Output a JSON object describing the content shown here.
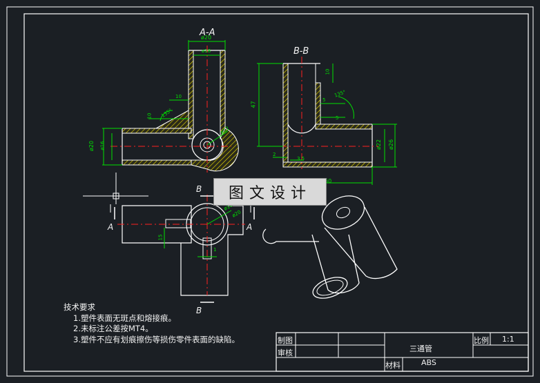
{
  "section_views": {
    "aa_title": "A-A",
    "bb_title": "B-B"
  },
  "cut_labels": {
    "b_top": "B",
    "b_bottom": "B",
    "a_left": "A",
    "a_right": "A"
  },
  "dimensions": {
    "aa_outer_dia": "ø20",
    "aa_inner_dia": "ø18",
    "aa_len_10a": "10",
    "aa_len_10b": "10",
    "aa_angle": "135°",
    "aa_hole": "ø12",
    "aa_left_outer": "ø20",
    "aa_left_inner": "ø16",
    "bb_top_10": "10",
    "bb_height_47": "47",
    "bb_angle": "135°",
    "bb_5a": "5",
    "bb_5b": "5",
    "bb_right_22": "ø22",
    "bb_right_26": "ø26",
    "bb_2": "2",
    "bb_3_5": "3.5",
    "bb_60": "60",
    "plan_dia_16": "ø16",
    "plan_dia_20": "ø20",
    "plan_15": "15",
    "plan_1": "1"
  },
  "watermark": "图文设计",
  "notes": {
    "title": "技术要求",
    "items": [
      "1.塑件表面无斑点和熔接痕。",
      "2.未标注公差按MT4。",
      "3.塑件不应有划痕擦伤等损伤零件表面的缺陷。"
    ]
  },
  "title_block": {
    "drawn_by": "制图",
    "checked_by": "审核",
    "part_name": "三通管",
    "scale_label": "比例",
    "scale_value": "1:1",
    "material_label": "材料",
    "material_value": "ABS"
  },
  "colors": {
    "background": "#1b1f24",
    "outline": "#ffffff",
    "dimension": "#00e000",
    "centerline": "#ff2020",
    "hatch": "#f5e400",
    "section_label": "#f2f2f2"
  }
}
